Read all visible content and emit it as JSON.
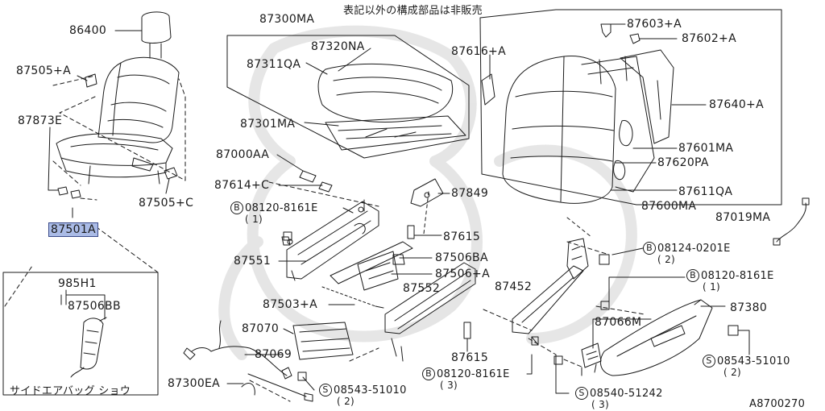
{
  "header_note": "表記以外の構成部品は非販売",
  "diagram_code": "A8700270",
  "airbag_caption": "サイドエアバッグ ショウ",
  "parts": {
    "p86400": "86400",
    "p87505A": "87505+A",
    "p87873E": "87873E",
    "p87501A": "87501A",
    "p87505C": "87505+C",
    "p985H1": "985H1",
    "p87506BB": "87506BB",
    "p87300MA": "87300MA",
    "p87320NA": "87320NA",
    "p87311QA": "87311QA",
    "p87301MA": "87301MA",
    "p87000AA": "87000AA",
    "p87614C": "87614+C",
    "p08120a": "08120-8161E",
    "p08120a_qty": "( 1)",
    "p87551": "87551",
    "p87503A": "87503+A",
    "p87070": "87070",
    "p87069": "87069",
    "p87300EA": "87300EA",
    "p08543a": "08543-51010",
    "p08543a_qty": "( 2)",
    "p87616A": "87616+A",
    "p87849": "87849",
    "p87615a": "87615",
    "p87506BA": "87506BA",
    "p87506A": "87506+A",
    "p87552": "87552",
    "p87615b": "87615",
    "p08120b": "08120-8161E",
    "p08120b_qty": "( 3)",
    "p87452": "87452",
    "p87603A": "87603+A",
    "p87602A": "87602+A",
    "p87640A": "87640+A",
    "p87601MA": "87601MA",
    "p87620PA": "87620PA",
    "p87611QA": "87611QA",
    "p87600MA": "87600MA",
    "p87019MA": "87019MA",
    "p08124": "08124-0201E",
    "p08124_qty": "( 2)",
    "p08120c": "08120-8161E",
    "p08120c_qty": "( 1)",
    "p87380": "87380",
    "p87066M": "87066M",
    "p08543b": "08543-51010",
    "p08543b_qty": "( 2)",
    "p08540": "08540-51242",
    "p08540_qty": "( 3)"
  },
  "markers": {
    "bolt": "B",
    "screw": "S"
  },
  "colors": {
    "line": "#1a1a1a",
    "highlight": "#aabbe6",
    "watermark": "#e3e3e3"
  }
}
